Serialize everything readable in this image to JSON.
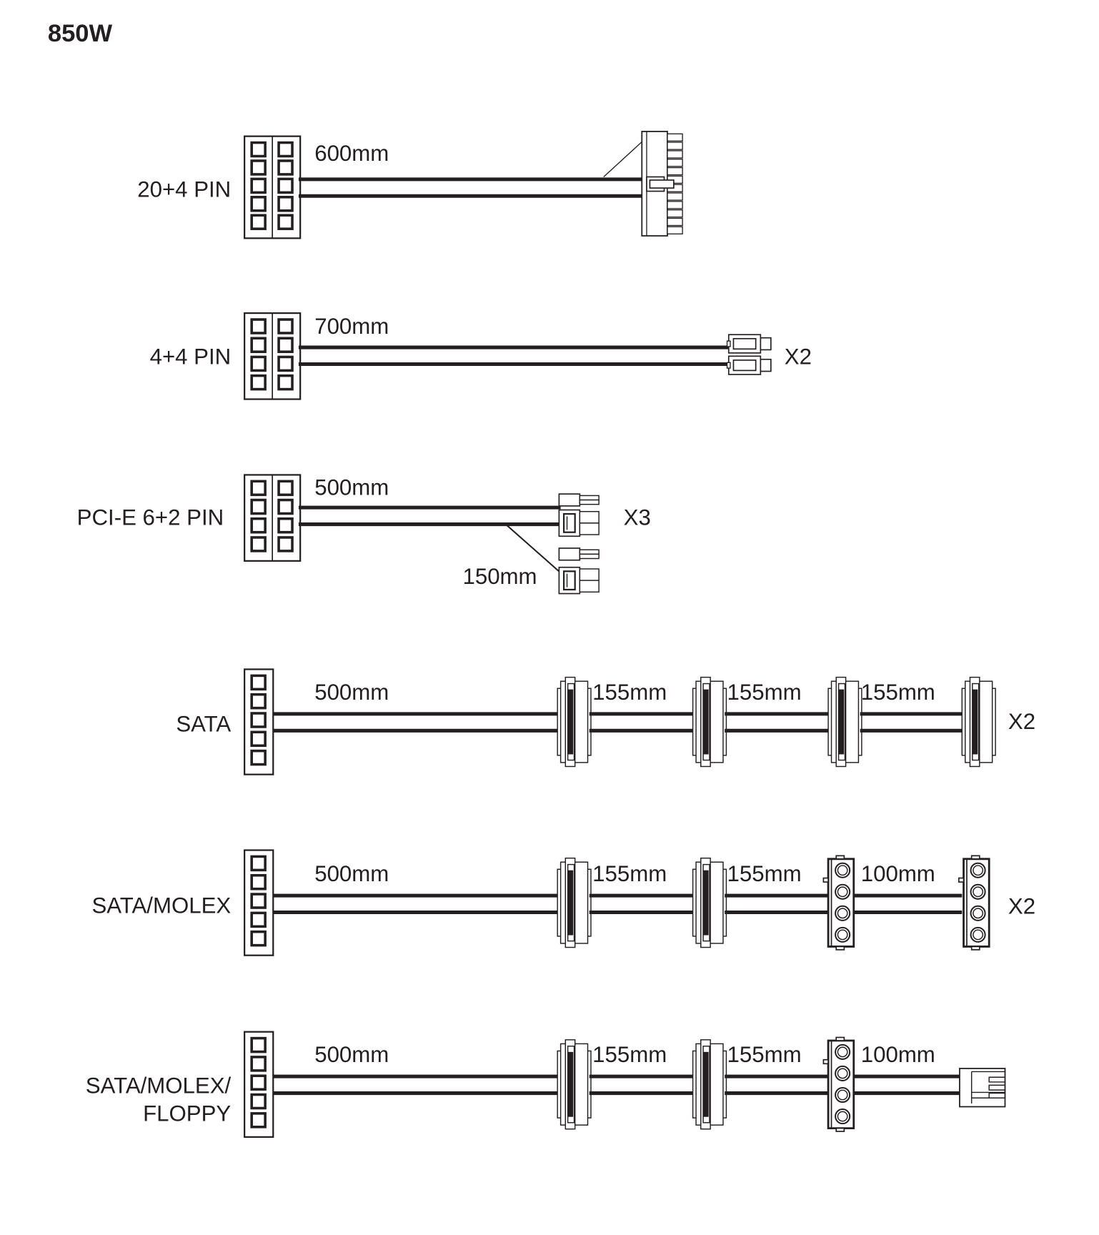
{
  "title": "850W",
  "colors": {
    "line": "#231f20",
    "background": "#ffffff"
  },
  "cables": [
    {
      "name": "20+4 PIN",
      "lengths": [
        "600mm"
      ],
      "qty": ""
    },
    {
      "name": "4+4 PIN",
      "lengths": [
        "700mm"
      ],
      "qty": "X2"
    },
    {
      "name": "PCI-E 6+2 PIN",
      "lengths": [
        "500mm",
        "150mm"
      ],
      "qty": "X3"
    },
    {
      "name": "SATA",
      "lengths": [
        "500mm",
        "155mm",
        "155mm",
        "155mm"
      ],
      "qty": "X2",
      "connectors": [
        "sata",
        "sata",
        "sata",
        "sata"
      ]
    },
    {
      "name": "SATA/MOLEX",
      "lengths": [
        "500mm",
        "155mm",
        "155mm",
        "100mm"
      ],
      "qty": "X2",
      "connectors": [
        "sata",
        "sata",
        "molex",
        "molex"
      ]
    },
    {
      "name_lines": [
        "SATA/MOLEX/",
        "FLOPPY"
      ],
      "lengths": [
        "500mm",
        "155mm",
        "155mm",
        "100mm"
      ],
      "qty": "",
      "connectors": [
        "sata",
        "sata",
        "molex",
        "floppy"
      ]
    }
  ]
}
